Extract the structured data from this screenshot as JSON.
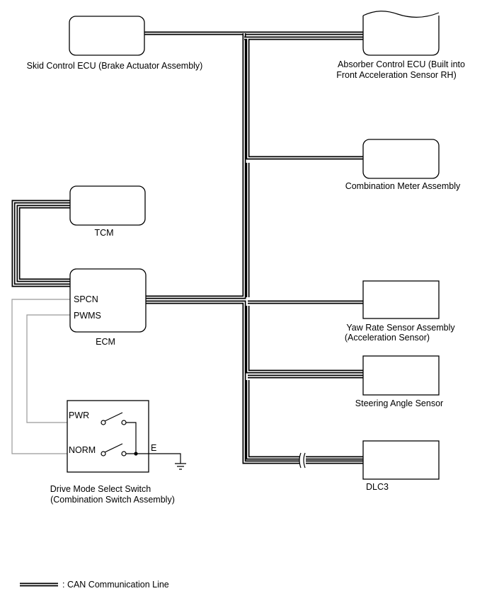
{
  "components": {
    "skid_ecu": "Skid Control ECU (Brake Actuator Assembly)",
    "absorber_ecu_line1": "Absorber Control ECU (Built into",
    "absorber_ecu_line2": "Front Acceleration Sensor RH)",
    "combination_meter": "Combination Meter Assembly",
    "tcm": "TCM",
    "ecm": "ECM",
    "yaw_rate_line1": "Yaw Rate Sensor Assembly",
    "yaw_rate_line2": "(Acceleration Sensor)",
    "steering_angle": "Steering Angle Sensor",
    "dlc3": "DLC3",
    "drive_mode_line1": "Drive Mode Select Switch",
    "drive_mode_line2": "(Combination Switch Assembly)"
  },
  "terminals": {
    "spcn": "SPCN",
    "pwms": "PWMS",
    "pwr": "PWR",
    "norm": "NORM",
    "e": "E"
  },
  "legend": {
    "label": ": CAN Communication Line"
  },
  "colors": {
    "can_line": "#000000",
    "signal_wire": "#999999"
  }
}
